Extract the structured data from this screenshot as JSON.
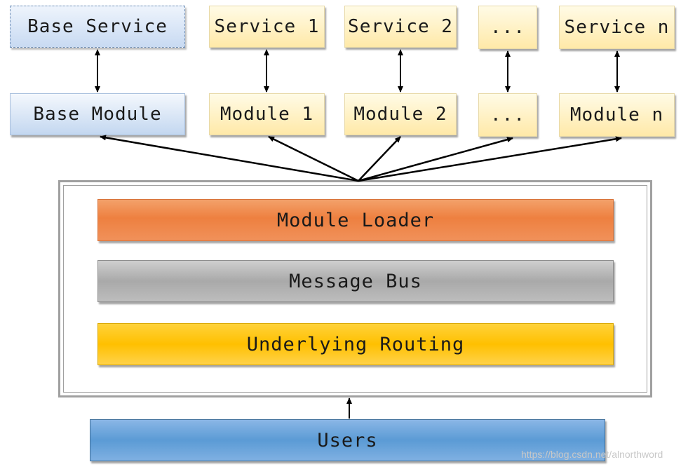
{
  "services": [
    {
      "label": "Base Service"
    },
    {
      "label": "Service 1"
    },
    {
      "label": "Service 2"
    },
    {
      "label": "..."
    },
    {
      "label": "Service n"
    }
  ],
  "modules": [
    {
      "label": "Base Module"
    },
    {
      "label": "Module 1"
    },
    {
      "label": "Module 2"
    },
    {
      "label": "..."
    },
    {
      "label": "Module n"
    }
  ],
  "core": {
    "module_loader": "Module Loader",
    "message_bus": "Message Bus",
    "underlying_routing": "Underlying Routing"
  },
  "users": "Users",
  "watermark": "https://blog.csdn.net/alnorthword",
  "colors": {
    "module_loader": "#ee8040",
    "message_bus": "#a9a9a9",
    "underlying_routing": "#ffc000",
    "users": "#5b9bd5",
    "service_box": "#ffe9a8",
    "base_box": "#c8daf2"
  }
}
